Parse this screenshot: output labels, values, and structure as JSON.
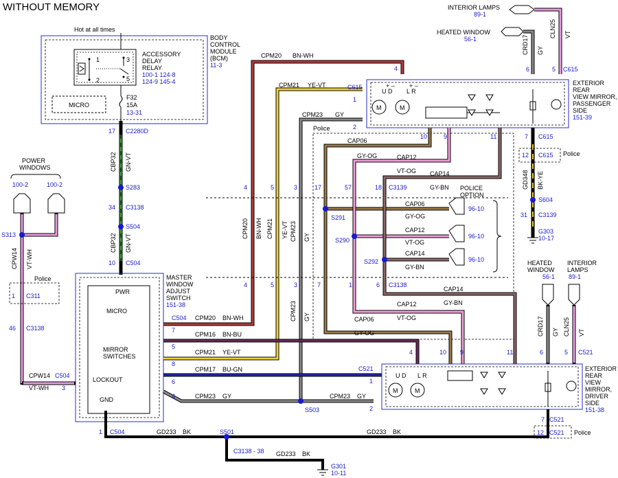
{
  "title": "WITHOUT MEMORY",
  "bcm": {
    "hot": "Hot at all times",
    "name": [
      "BODY",
      "CONTROL",
      "MODULE",
      "(BCM)"
    ],
    "ref": "11-3",
    "relay": [
      "ACCESSORY",
      "DELAY",
      "RELAY"
    ],
    "relay_ref1": "100-1  124-8",
    "relay_ref2": "124-9  145-4",
    "micro": "MICRO",
    "fuse": "F32",
    "fuse_rating": "15A",
    "fuse_ref": "13-31",
    "pins": [
      "1",
      "3",
      "2",
      "5"
    ]
  },
  "master": {
    "name": [
      "MASTER",
      "WINDOW",
      "ADJUST",
      "SWITCH"
    ],
    "ref": "151-38",
    "pwr": "PWR",
    "micro": "MICRO",
    "mirror": [
      "MIRROR",
      "SWITCHES"
    ],
    "lockout": "LOCKOUT",
    "gnd": "GND"
  },
  "power_windows": {
    "label": [
      "POWER",
      "WINDOWS"
    ],
    "ref1": "100-2",
    "ref2": "100-2"
  },
  "pass_mirror": {
    "name": [
      "EXTERIOR",
      "REAR",
      "VIEW MIRROR,",
      "PASSENGER",
      "SIDE"
    ],
    "ref": "151-39"
  },
  "drv_mirror": {
    "name": [
      "EXTERIOR",
      "REAR",
      "VIEW",
      "MIRROR,",
      "DRIVER",
      "SIDE"
    ],
    "ref": "151-38"
  },
  "interior_lamps_top": {
    "label": "INTERIOR LAMPS",
    "ref": "89-1"
  },
  "heated_window_top": {
    "label": "HEATED WINDOW",
    "ref": "56-1"
  },
  "interior_lamps_r": {
    "label": [
      "INTERIOR",
      "LAMPS"
    ],
    "ref": "89-1"
  },
  "heated_window_r": {
    "label": [
      "HEATED",
      "WINDOW"
    ],
    "ref": "56-1"
  },
  "police_option": [
    "POLICE",
    "OPTION"
  ],
  "police": "Police",
  "mirror_ud": "U D",
  "mirror_lr": "L R",
  "motor": "M",
  "pm_plus": "+",
  "pm_minus": "–",
  "pm_pair": "+ –",
  "connectors": {
    "c2280d": "C2280D",
    "c3138": "C3138",
    "c504": "C504",
    "c615": "C615",
    "c3139": "C3139",
    "c311": "C311",
    "c521": "C521",
    "c3138_38": "C3138 - 38"
  },
  "splices": {
    "s283": "S283",
    "s504": "S504",
    "s313": "S313",
    "s291": "S291",
    "s290": "S290",
    "s292": "S292",
    "s604": "S604",
    "s503": "S503",
    "s501": "S501"
  },
  "grounds": {
    "g303": "G303",
    "g303_ref": "10-17",
    "g301": "G301",
    "g301_ref": "10-11"
  },
  "circuits": {
    "cpm20": "CPM20",
    "bnwh": "BN-WH",
    "cpm21": "CPM21",
    "yevt": "YE-VT",
    "cpm23": "CPM23",
    "gy": "GY",
    "cpm16": "CPM16",
    "bnbu": "BN-BU",
    "cpm17": "CPM17",
    "bugn": "BU-GN",
    "cap06": "CAP06",
    "gyog": "GY-OG",
    "cap12": "CAP12",
    "vtog": "VT-OG",
    "cap14": "CAP14",
    "gybn": "GY-BN",
    "cbp32": "CBP32",
    "gnvt": "GN-VT",
    "cpw14": "CPW14",
    "vtwh": "VT-WH",
    "crd17": "CRD17",
    "cln25": "CLN25",
    "vt": "VT",
    "gd348": "GD348",
    "bkye": "BK-YE",
    "gd233": "GD233",
    "bk": "BK"
  },
  "refs": {
    "r96": "96-10"
  },
  "pins": {
    "p1": "1",
    "p2": "2",
    "p3": "3",
    "p4": "4",
    "p5": "5",
    "p6": "6",
    "p7": "7",
    "p8": "8",
    "p9": "9",
    "p10": "10",
    "p11": "11",
    "p12": "12",
    "p17": "17",
    "p18": "18",
    "p31": "31",
    "p34": "34",
    "p46": "46",
    "p57": "57"
  }
}
